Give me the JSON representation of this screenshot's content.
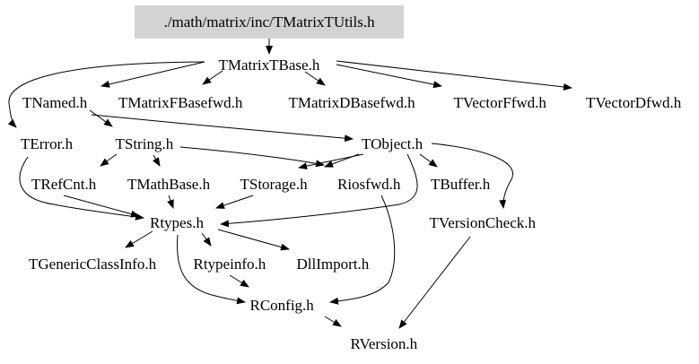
{
  "graph": {
    "nodes": [
      {
        "id": "root",
        "label": "./math/matrix/inc/TMatrixTUtils.h",
        "highlighted": true
      },
      {
        "id": "tmatrixtbase",
        "label": "TMatrixTBase.h"
      },
      {
        "id": "tnamed",
        "label": "TNamed.h"
      },
      {
        "id": "tmatrixfbasefwd",
        "label": "TMatrixFBasefwd.h"
      },
      {
        "id": "tmatrixdbasefwd",
        "label": "TMatrixDBasefwd.h"
      },
      {
        "id": "tvectorffwd",
        "label": "TVectorFfwd.h"
      },
      {
        "id": "tvectordfwd",
        "label": "TVectorDfwd.h"
      },
      {
        "id": "terror",
        "label": "TError.h"
      },
      {
        "id": "tstring",
        "label": "TString.h"
      },
      {
        "id": "tobject",
        "label": "TObject.h"
      },
      {
        "id": "trefcnt",
        "label": "TRefCnt.h"
      },
      {
        "id": "tmathbase",
        "label": "TMathBase.h"
      },
      {
        "id": "tstorage",
        "label": "TStorage.h"
      },
      {
        "id": "riosfwd",
        "label": "Riosfwd.h"
      },
      {
        "id": "tbuffer",
        "label": "TBuffer.h"
      },
      {
        "id": "rtypes",
        "label": "Rtypes.h"
      },
      {
        "id": "tversioncheck",
        "label": "TVersionCheck.h"
      },
      {
        "id": "tgenericclassinfo",
        "label": "TGenericClassInfo.h"
      },
      {
        "id": "rtypeinfo",
        "label": "Rtypeinfo.h"
      },
      {
        "id": "dllimport",
        "label": "DllImport.h"
      },
      {
        "id": "rconfig",
        "label": "RConfig.h"
      },
      {
        "id": "rversion",
        "label": "RVersion.h"
      }
    ],
    "edges": [
      [
        "root",
        "tmatrixtbase"
      ],
      [
        "tmatrixtbase",
        "tnamed"
      ],
      [
        "tmatrixtbase",
        "tmatrixfbasefwd"
      ],
      [
        "tmatrixtbase",
        "tmatrixdbasefwd"
      ],
      [
        "tmatrixtbase",
        "tvectorffwd"
      ],
      [
        "tmatrixtbase",
        "tvectordfwd"
      ],
      [
        "tmatrixtbase",
        "terror"
      ],
      [
        "tnamed",
        "tstring"
      ],
      [
        "tnamed",
        "tobject"
      ],
      [
        "tstring",
        "trefcnt"
      ],
      [
        "tstring",
        "tmathbase"
      ],
      [
        "tstring",
        "riosfwd"
      ],
      [
        "tobject",
        "riosfwd"
      ],
      [
        "tobject",
        "tstorage"
      ],
      [
        "tobject",
        "tbuffer"
      ],
      [
        "tobject",
        "rtypes"
      ],
      [
        "tobject",
        "tversioncheck"
      ],
      [
        "terror",
        "rtypes"
      ],
      [
        "trefcnt",
        "rtypes"
      ],
      [
        "tmathbase",
        "rtypes"
      ],
      [
        "tstorage",
        "rtypes"
      ],
      [
        "riosfwd",
        "rconfig"
      ],
      [
        "rtypes",
        "tgenericclassinfo"
      ],
      [
        "rtypes",
        "rtypeinfo"
      ],
      [
        "rtypes",
        "dllimport"
      ],
      [
        "rtypes",
        "rconfig"
      ],
      [
        "rtypeinfo",
        "rconfig"
      ],
      [
        "rconfig",
        "rversion"
      ],
      [
        "tversioncheck",
        "rversion"
      ]
    ]
  }
}
